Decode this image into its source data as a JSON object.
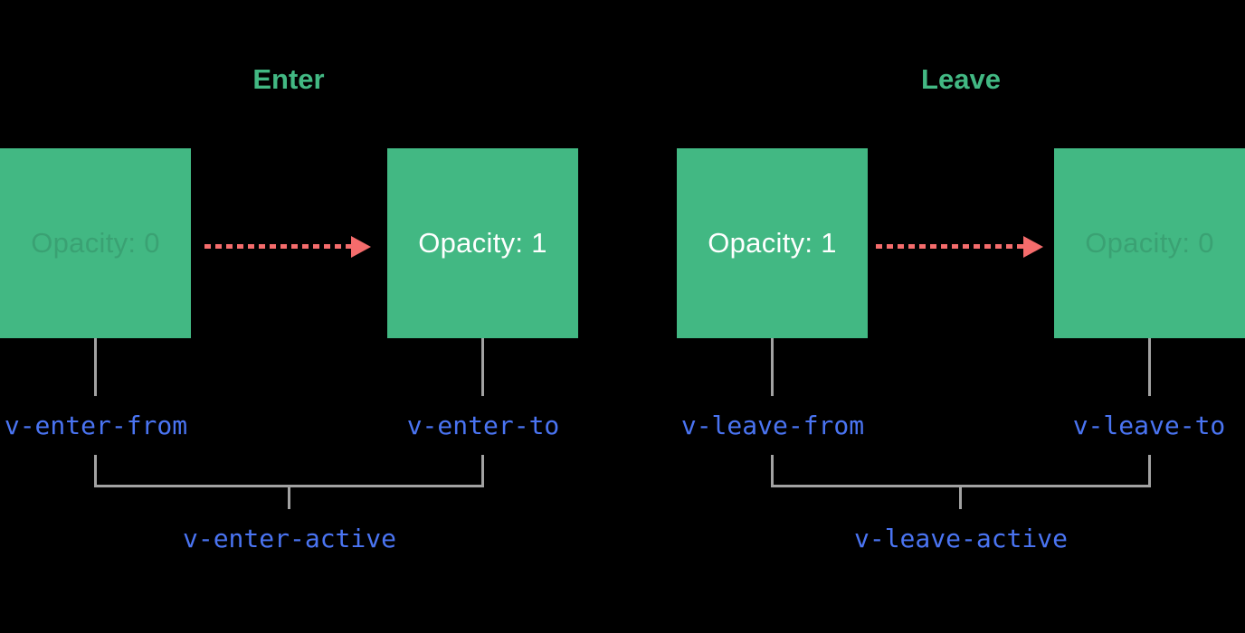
{
  "diagram_title": "Vue transition classes diagram",
  "colors": {
    "green": "#42b883",
    "red": "#f56c6c",
    "blue": "#4a74f2",
    "gray": "#a2a2a2",
    "white": "#ffffff",
    "faint_label": "rgba(0,0,0,0.12)",
    "background": "#000000"
  },
  "icons": {
    "arrow": "dashed-arrow-right"
  },
  "enter": {
    "title": "Enter",
    "start_box_label": "Opacity: 0",
    "end_box_label": "Opacity: 1",
    "from_class": "v-enter-from",
    "to_class": "v-enter-to",
    "active_class": "v-enter-active"
  },
  "leave": {
    "title": "Leave",
    "start_box_label": "Opacity: 1",
    "end_box_label": "Opacity: 0",
    "from_class": "v-leave-from",
    "to_class": "v-leave-to",
    "active_class": "v-leave-active"
  }
}
